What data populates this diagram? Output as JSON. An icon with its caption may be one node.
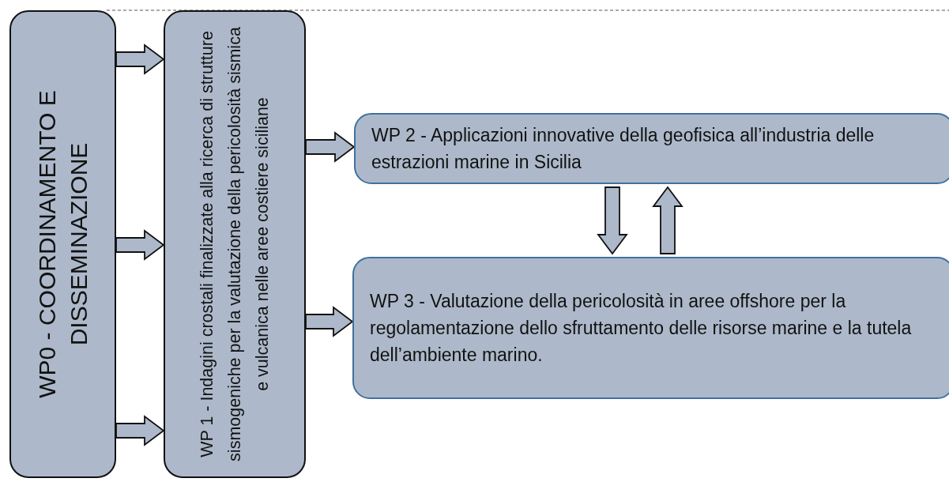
{
  "diagram": {
    "nodes": [
      {
        "text": [
          "WP0 - COORDINAMENTO E DISSEMINAZIONE"
        ]
      },
      {
        "text": [
          "WP 1 - Indagini crostali finalizzate alla ricerca di strutture sismogeniche per la valutazione della pericolosità sismica e vulcanica nelle aree costiere siciliane"
        ]
      },
      {
        "text": [
          "WP 2 - Applicazioni innovative della geofisica all’industria delle estrazioni marine in Sicilia"
        ]
      },
      {
        "text": [
          "WP 3 - Valutazione della pericolosità in aree offshore per la regolamentazione dello sfruttamento delle risorse marine e la tutela dell’ambiente marino."
        ]
      }
    ],
    "edges": [
      {
        "from": 0,
        "to": 1,
        "arrow": "to"
      },
      {
        "from": 0,
        "to": 1,
        "arrow": "to"
      },
      {
        "from": 0,
        "to": 1,
        "arrow": "to"
      },
      {
        "from": 1,
        "to": 2,
        "arrow": "to"
      },
      {
        "from": 1,
        "to": 3,
        "arrow": "to"
      },
      {
        "from": 2,
        "to": 3,
        "arrow": "to"
      },
      {
        "from": 3,
        "to": 2,
        "arrow": "to"
      }
    ]
  }
}
